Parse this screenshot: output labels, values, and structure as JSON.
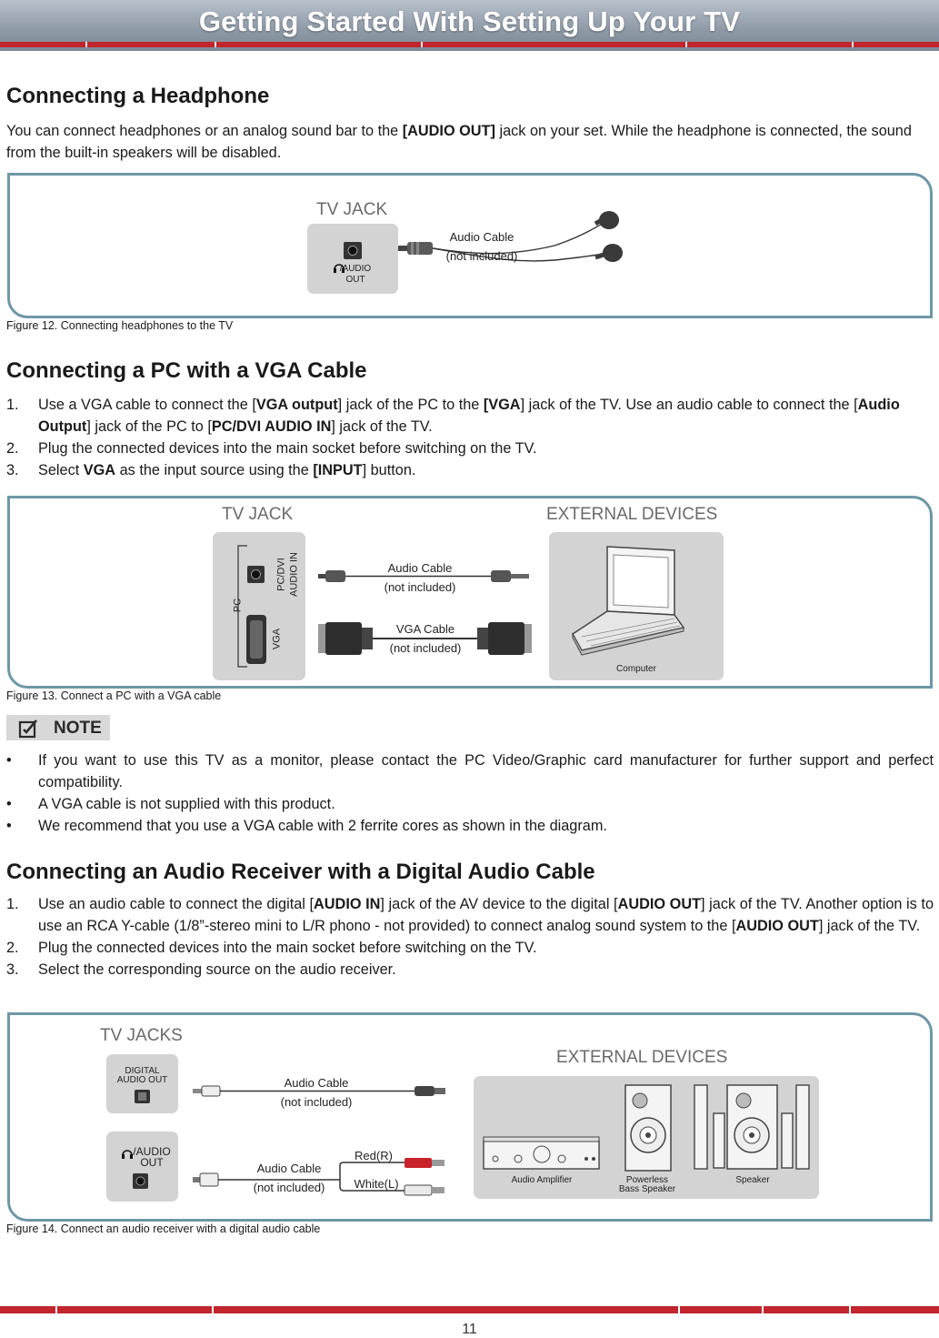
{
  "header": {
    "title": "Getting Started With Setting Up Your TV"
  },
  "headphone": {
    "heading": "Connecting a Headphone",
    "text_a": "You can connect headphones or an analog sound bar to the ",
    "text_b": "[AUDIO OUT]",
    "text_c": " jack on your set. While the headphone is connected, the sound from the built-in speakers will be disabled.",
    "tv_jack": "TV JACK",
    "port_label_1": "/AUDIO",
    "port_label_2": "OUT",
    "cable_1": "Audio Cable",
    "cable_2": "(not included)",
    "caption": "Figure 12. Connecting headphones to the TV"
  },
  "vga": {
    "heading": "Connecting a PC with a VGA Cable",
    "steps": [
      {
        "num": "1.",
        "a": "Use a VGA cable to connect the [",
        "b": "VGA output",
        "c": "] jack of the PC to the ",
        "d": "[VGA",
        "e": "] jack of the TV. Use an audio cable to connect the [",
        "f": "Audio Output",
        "g": "] jack of the PC to [",
        "h": "PC/DVI AUDIO IN",
        "i": "] jack of the TV."
      },
      {
        "num": "2.",
        "a": "Plug the connected devices into the main socket before switching on the TV."
      },
      {
        "num": "3.",
        "a": "Select ",
        "b": "VGA",
        "c": " as the input source using the ",
        "d": "[INPUT",
        "e": "] button."
      }
    ],
    "tv_jack": "TV JACK",
    "external": "EXTERNAL DEVICES",
    "port_pc": "PC",
    "port_pcdvi_1": "PC/DVI",
    "port_pcdvi_2": "AUDIO IN",
    "port_vga": "VGA",
    "audio_cable_1": "Audio Cable",
    "audio_cable_2": "(not included)",
    "vga_cable_1": "VGA Cable",
    "vga_cable_2": "(not included)",
    "computer": "Computer",
    "caption": "Figure 13. Connect a PC with a VGA cable"
  },
  "note": {
    "label": "NOTE",
    "items": [
      "If you want to use this TV as a monitor, please contact the PC Video/Graphic card manufacturer for further support and perfect compatibility.",
      "A VGA cable is not supplied with this product.",
      "We recommend that you use a VGA cable with 2 ferrite cores as shown in the diagram."
    ],
    "bullet": "•"
  },
  "receiver": {
    "heading": "Connecting an Audio Receiver with a Digital Audio Cable",
    "steps": [
      {
        "num": "1.",
        "a": "Use an audio cable to connect the digital [",
        "b": "AUDIO IN",
        "c": "] jack of the AV device to the digital [",
        "d": "AUDIO OUT",
        "e": "] jack of the TV. Another option is to use an RCA Y-cable (1/8”-stereo mini to L/R phono - not provided) to connect analog sound system to the [",
        "f": "AUDIO OUT",
        "g": "] jack of the TV."
      },
      {
        "num": "2.",
        "a": "Plug the connected devices into the main socket before switching on the TV."
      },
      {
        "num": "3.",
        "a": "Select the corresponding source on the audio receiver."
      }
    ],
    "tv_jacks": "TV JACKS",
    "external": "EXTERNAL DEVICES",
    "digital_1": "DIGITAL",
    "digital_2": "AUDIO OUT",
    "audio_out_1": "/AUDIO",
    "audio_out_2": "OUT",
    "cable_a_1": "Audio Cable",
    "cable_a_2": "(not included)",
    "cable_b_1": "Audio Cable",
    "cable_b_2": "(not included)",
    "red": "Red(R)",
    "white": "White(L)",
    "amplifier": "Audio Amplifier",
    "powerless_1": "Powerless",
    "powerless_2": "Bass Speaker",
    "speaker": "Speaker",
    "caption": "Figure 14. Connect an audio receiver with a digital audio cable"
  },
  "footer": {
    "page_number": "11"
  }
}
